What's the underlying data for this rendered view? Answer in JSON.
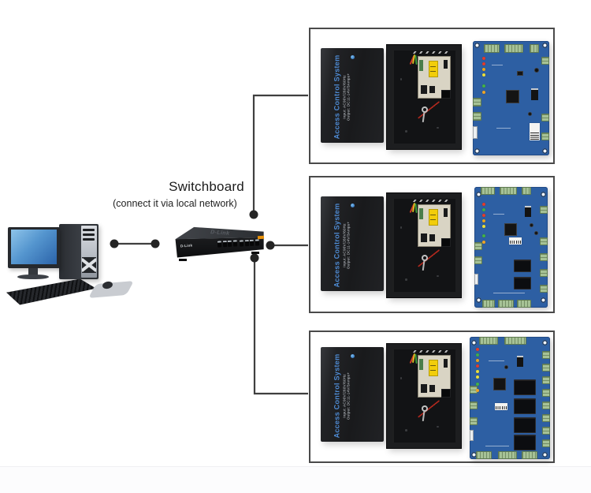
{
  "labels": {
    "title": "Switchboard",
    "subtitle": "(connect it via local network)"
  },
  "colors": {
    "connector_line": "#3f3f3f",
    "connector_dot": "#242424",
    "panel_border": "#4a4a4a",
    "pcb_blue": "#2d5fa3",
    "terminal_block_green": "#a6c296",
    "lid_title_blue": "#4e8ad2",
    "switch_tag_orange": "#e8920a",
    "monitor_screen_blue": "#5596cf"
  },
  "computer": {
    "description": "desktop PC with monitor, tower, keyboard and mouse"
  },
  "switch": {
    "brand_top": "D-Link",
    "brand_front": "D-Link",
    "port_count": 8
  },
  "kits": [
    {
      "name": "access control kit 1",
      "lid": {
        "title": "Access Control System",
        "spec1": "Input: AC90V/260V/60Hz",
        "spec2": "Output: DC11-14V/3Amps+"
      }
    },
    {
      "name": "access control kit 2",
      "lid": {
        "title": "Access Control System",
        "spec1": "Input: AC90V/260V/60Hz",
        "spec2": "Output: DC11-14V/3Amps+"
      }
    },
    {
      "name": "access control kit 3",
      "lid": {
        "title": "Access Control System",
        "spec1": "Input: AC90V/260V/60Hz",
        "spec2": "Output: DC11-14V/3Amps+"
      }
    }
  ]
}
